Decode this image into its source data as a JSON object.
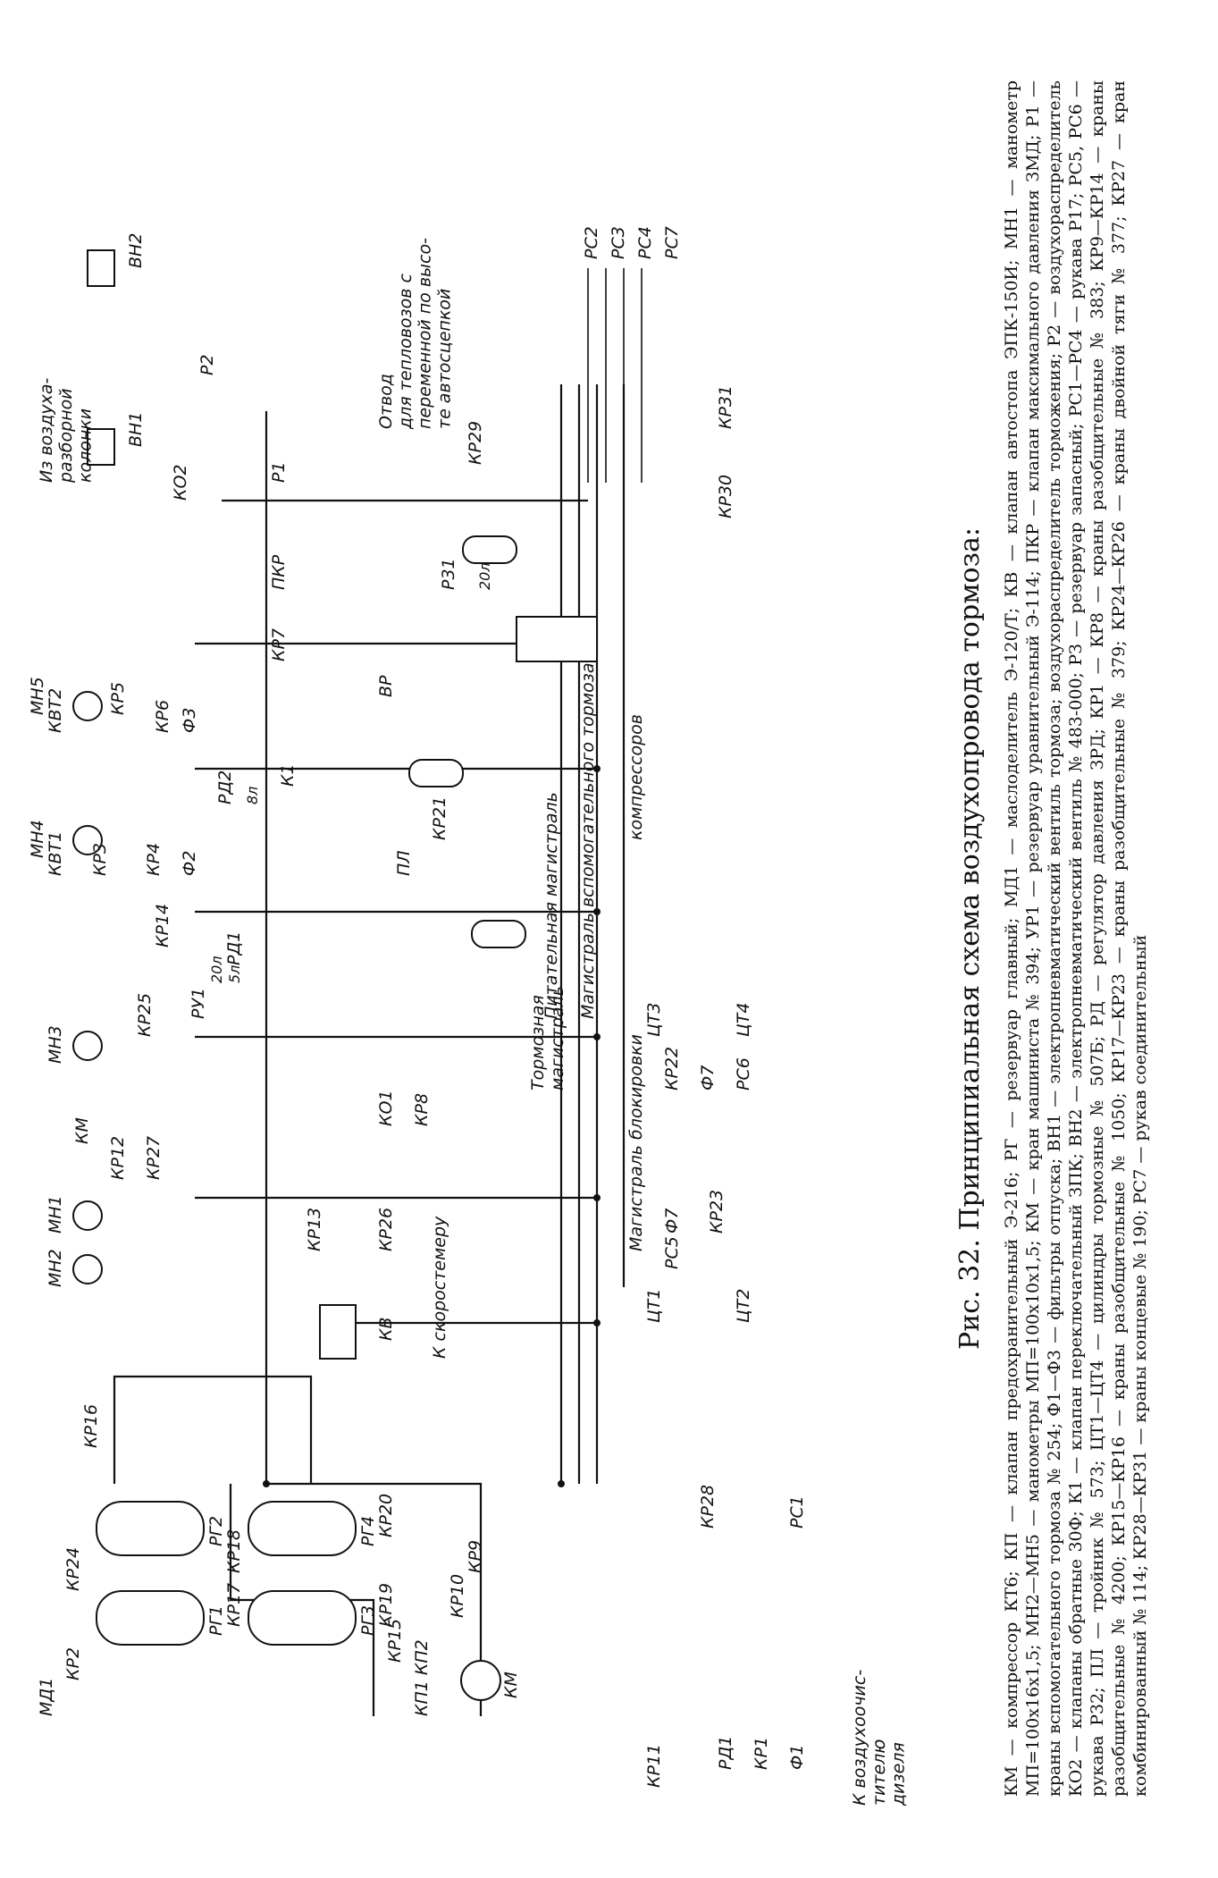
{
  "figure": {
    "caption": "Рис. 32. Принципиальная схема воздухопровода тормоза:",
    "legend": "КМ — компрессор КТ6; КП — клапан предохранительный Э-216; РГ — резервуар главный; МД1 — маслоделитель Э-120/Т; КВ — клапан автостопа ЭПК-150И; МН1 — манометр МП=100х16х1,5; МН2—МН5 — манометры МП=100х10х1,5; КМ — кран машиниста № 394; УР1 — резервуар уравнительный Э-114; ПКР — клапан максимального давления ЗМД; Р1 — краны вспомогательного тормоза № 254; Ф1—Ф3 — фильтры отпуска; ВН1 — электропневматический вентиль тормоза; воздухораспределитель торможения; Р2 — воздухораспределитель КО2 — клапаны обратные 30Ф; К1 — клапан переключательный ЗПК; ВН2 — электропневматический вентиль № 483-000; РЗ — резервуар запасный; РС1—РС4 — рукава Р17; РС5, РС6 — рукава Р32; ПЛ — тройник № 573; ЦТ1—ЦТ4 — цилиндры тормозные № 507Б; РД — регулятор давления ЗРД; КР1 — КР8 — краны разобщительные № 383; КР9—КР14 — краны разобщительные № 4200; КР15—КР16 — краны разобщительные № 1050; КР17—КР23 — краны разобщительные № 379; КР24—КР26 — краны двойной тяги № 377; КР27 — кран комбинированный № 114; КР28—КР31 — краны концевые № 190; РС7 — рукав соединительный"
  },
  "labels": {
    "to_diesel": "К воздухоочис-\nтителю\nдизеля",
    "to_speedometer": "К скоростемеру",
    "from_column": "Из воздуха-\nразборной\nколонки",
    "branch": "Отвод\nдля тепловозов с\nпеременной по высо-\nте автосцепкой",
    "brake_main": "Тормозная\nмагистраль",
    "feed_main": "Питательная магистраль",
    "aux_main": "Магистраль вспомогательного тормоза",
    "block_main": "Магистраль блокировки",
    "compressors": "компрессоров",
    "vol_rd1": "5л",
    "vol_ru1": "20л",
    "vol_rd2": "8л",
    "vol_r31": "20л"
  },
  "components": {
    "KR11": "КР11",
    "KM": "КМ",
    "KP1KP2": "КП1 КП2",
    "KR10": "КР10",
    "KR9": "КР9",
    "RD1": "РД1",
    "KR1": "КР1",
    "F1": "Ф1",
    "KR28": "КР28",
    "RS1": "РС1",
    "MD1": "МД1",
    "KR2": "КР2",
    "KR24": "КР24",
    "RG1": "РГ1",
    "RG2": "РГ2",
    "RG3": "РГ3",
    "KR17": "КР17",
    "KR18": "КР18",
    "RG4": "РГ4",
    "KR19": "КР19",
    "KR20": "КР20",
    "KR15": "КР15",
    "KR16": "КР16",
    "CT1": "ЦТ1",
    "CT2": "ЦТ2",
    "RS5": "РС5",
    "F7a": "Ф7",
    "KR23": "КР23",
    "KV": "КВ",
    "KR26": "КР26",
    "KR13": "КР13",
    "MN2": "МН2",
    "MN1": "МН1",
    "KR12": "КР12",
    "KR27": "КР27",
    "KM2": "КМ",
    "KR8": "КР8",
    "KO1": "КО1",
    "MN3": "МН3",
    "KR25": "КР25",
    "RU1": "РУ1",
    "KR22": "КР22",
    "F7b": "Ф7",
    "RS6": "РС6",
    "CT3": "ЦТ3",
    "CT4": "ЦТ4",
    "RD1b": "РД1",
    "KR14": "КР14",
    "KVT1": "КВТ1",
    "KR3": "КР3",
    "KR4": "КР4",
    "F2": "Ф2",
    "MN4": "МН4",
    "PL": "ПЛ",
    "KR21": "КР21",
    "RD2": "РД2",
    "K1": "К1",
    "KVT2": "КВТ2",
    "F3": "Ф3",
    "KR6": "КР6",
    "KR5": "КР5",
    "MN5": "МН5",
    "VR": "ВР",
    "R31": "Р31",
    "KR30": "КР30",
    "KR7": "КР7",
    "PKR": "ПКР",
    "KR29": "КР29",
    "P1": "Р1",
    "P2": "Р2",
    "VN1": "ВН1",
    "VN2": "ВН2",
    "KO2": "КО2",
    "RS2": "РС2",
    "RS3": "РС3",
    "RS4": "РС4",
    "RS7": "РС7",
    "KR31": "КР31"
  }
}
